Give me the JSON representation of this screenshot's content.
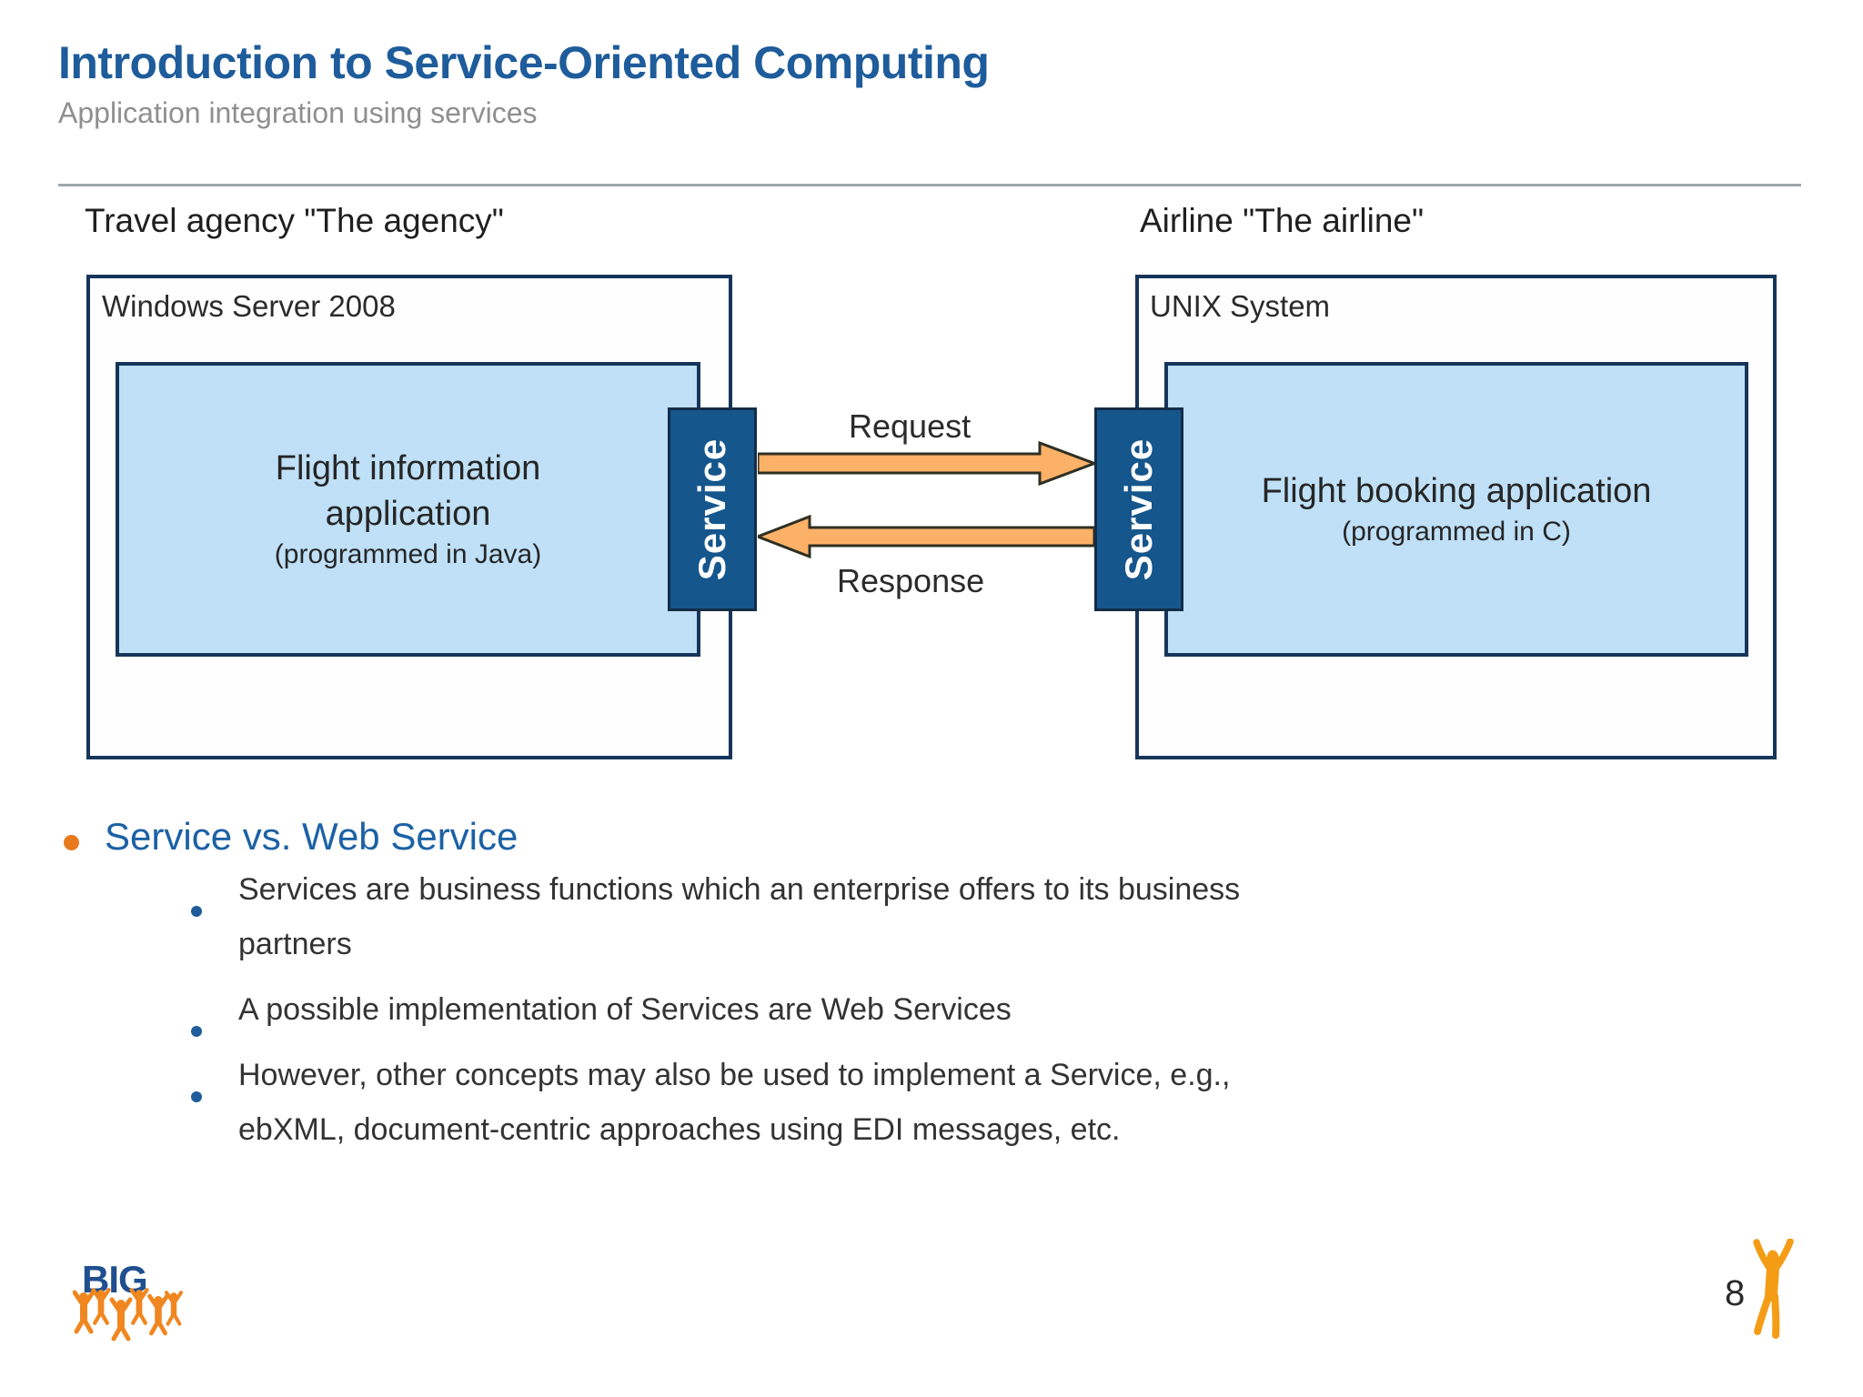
{
  "slide": {
    "title": "Introduction to Service-Oriented Computing",
    "subtitle": "Application integration using services",
    "page_number": "8"
  },
  "diagram": {
    "left": {
      "label": "Travel agency \"The agency\"",
      "platform": "Windows Server 2008",
      "app_lines": [
        "Flight information",
        "application"
      ],
      "note": "(programmed in Java)",
      "service": "Service"
    },
    "right": {
      "label": "Airline \"The airline\"",
      "platform": "UNIX System",
      "app_lines": [
        "Flight booking application"
      ],
      "note": "(programmed in C)",
      "service": "Service"
    },
    "request_label": "Request",
    "response_label": "Response"
  },
  "bullets": {
    "heading": "Service vs. Web Service",
    "items": [
      {
        "lines": [
          "Services are business functions which an enterprise offers to its business",
          "partners"
        ]
      },
      {
        "lines": [
          "A possible implementation of Services are Web Services"
        ]
      },
      {
        "lines": [
          "However, other concepts may also be used to implement a Service, e.g.,",
          "ebXML, document-centric approaches using EDI messages, etc."
        ]
      }
    ]
  },
  "logo": {
    "text": "BIG"
  },
  "colors": {
    "title_blue": "#1E5C9B",
    "heading_blue": "#1C61A5",
    "service_tab_blue": "#15568C",
    "inner_box_blue": "#BFE0F7",
    "box_border_navy": "#16355A",
    "arrow_orange": "#FBB268",
    "arrow_outline": "#2F2F23",
    "bullet_orange": "#E8791D",
    "bullet_blue": "#1E5C9B",
    "logo_orange": "#F0861F",
    "figure_orange": "#F49C15",
    "subtitle_gray": "#8F8F8F",
    "divider_gray": "#A0A6AE"
  }
}
